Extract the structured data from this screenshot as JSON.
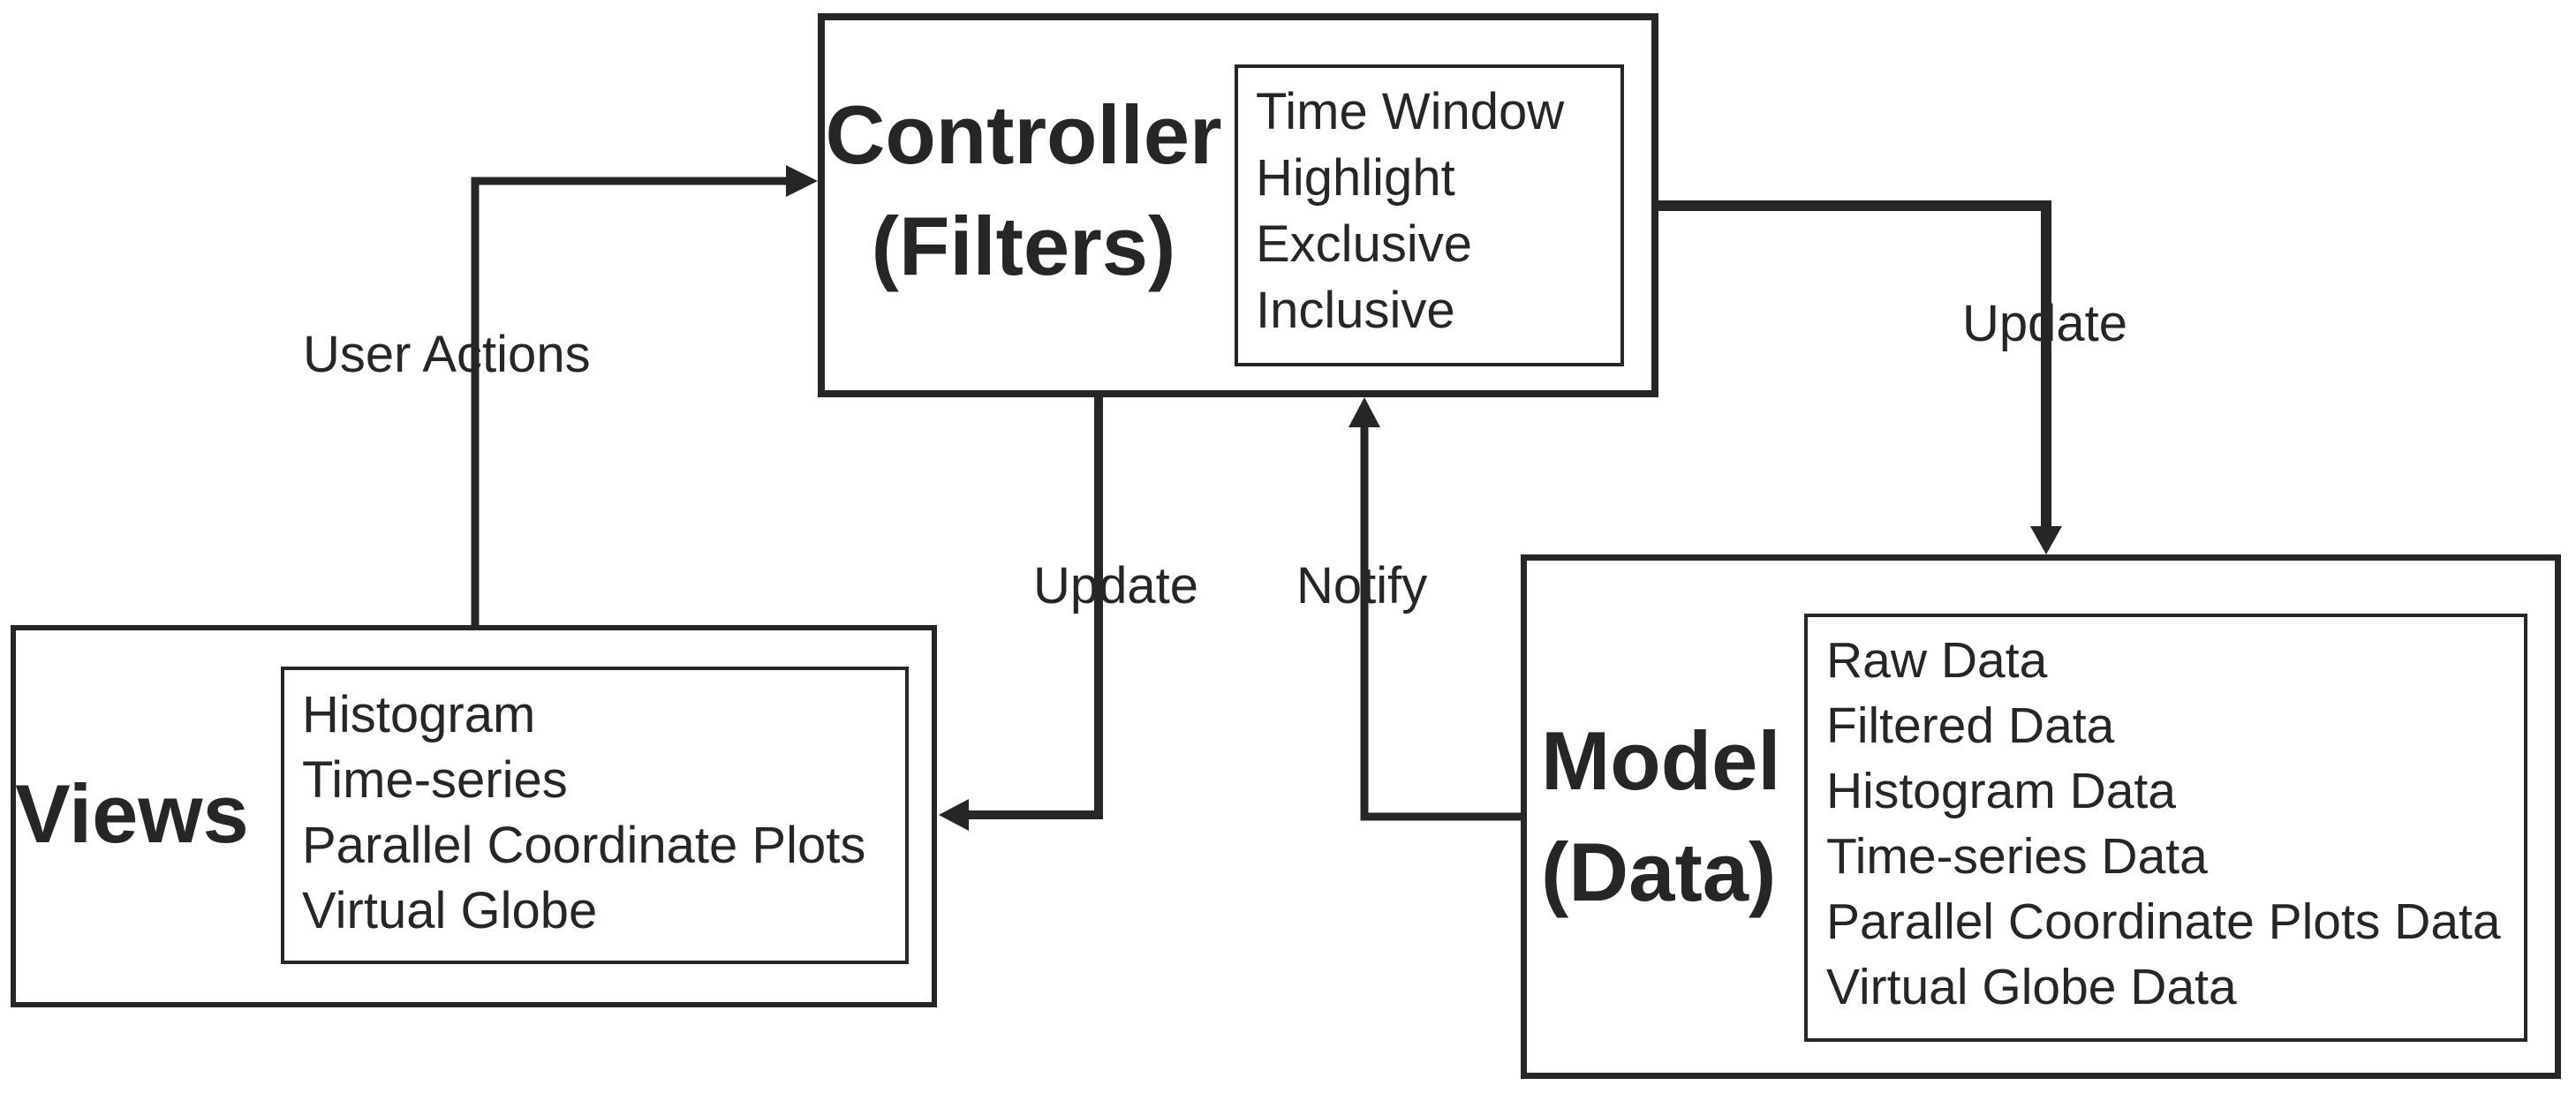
{
  "diagram": {
    "colors": {
      "ink": "#262626",
      "background": "#ffffff"
    },
    "nodes": {
      "controller": {
        "title": "Controller",
        "subtitle": "(Filters)",
        "items": [
          "Time Window",
          "Highlight",
          "Exclusive",
          "Inclusive"
        ]
      },
      "views": {
        "title": "Views",
        "items": [
          "Histogram",
          "Time-series",
          "Parallel Coordinate Plots",
          "Virtual Globe"
        ]
      },
      "model": {
        "title": "Model",
        "subtitle": "(Data)",
        "items": [
          "Raw Data",
          "Filtered Data",
          "Histogram Data",
          "Time-series Data",
          "Parallel Coordinate Plots Data",
          "Virtual Globe Data"
        ]
      }
    },
    "edges": {
      "user_actions": {
        "label": "User Actions",
        "from": "views",
        "to": "controller"
      },
      "update_model": {
        "label": "Update",
        "from": "controller",
        "to": "model"
      },
      "update_views": {
        "label": "Update",
        "from": "controller",
        "to": "views"
      },
      "notify": {
        "label": "Notify",
        "from": "model",
        "to": "controller"
      }
    }
  }
}
